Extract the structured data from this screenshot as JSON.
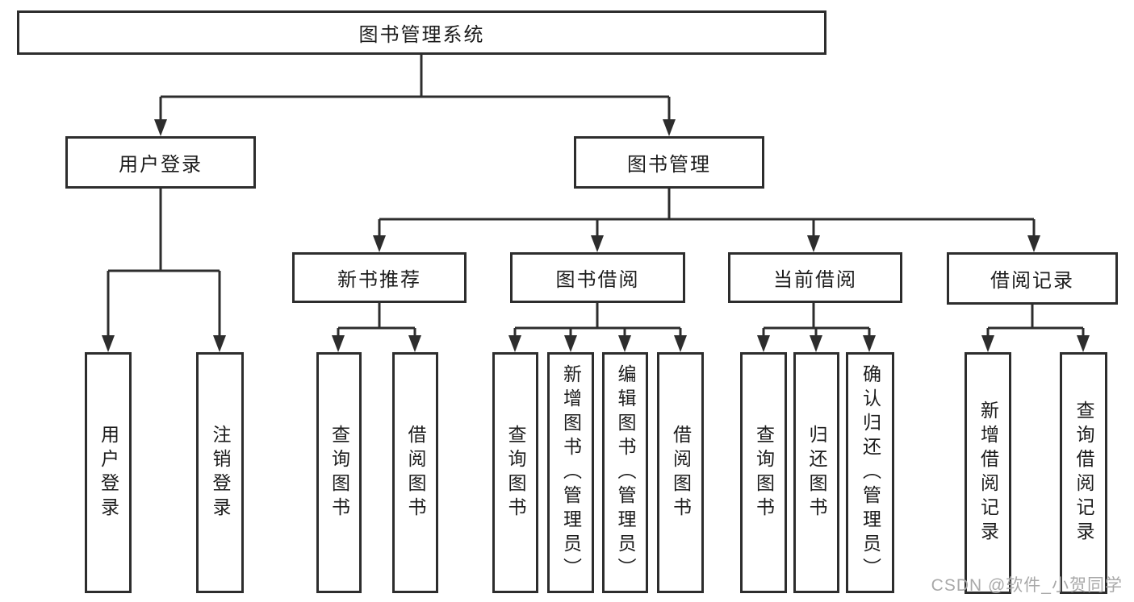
{
  "diagram": {
    "type": "hierarchy-diagram",
    "watermark": "CSDN @软件_小贺同学",
    "colors": {
      "line": "#2d2d2d",
      "box_border": "#2d2d2d",
      "box_fill": "#ffffff",
      "text": "#1c1c1c",
      "watermark": "#a9a9a9",
      "background": "#ffffff"
    },
    "tree": {
      "label": "图书管理系统",
      "children": [
        {
          "label": "用户登录",
          "children": [
            {
              "label": "用户登录"
            },
            {
              "label": "注销登录"
            }
          ]
        },
        {
          "label": "图书管理",
          "children": [
            {
              "label": "新书推荐",
              "children": [
                {
                  "label": "查询图书"
                },
                {
                  "label": "借阅图书"
                }
              ]
            },
            {
              "label": "图书借阅",
              "children": [
                {
                  "label": "查询图书"
                },
                {
                  "label": "新增图书（管理员）"
                },
                {
                  "label": "编辑图书（管理员）"
                },
                {
                  "label": "借阅图书"
                }
              ]
            },
            {
              "label": "当前借阅",
              "children": [
                {
                  "label": "查询图书"
                },
                {
                  "label": "归还图书"
                },
                {
                  "label": "确认归还（管理员）"
                }
              ]
            },
            {
              "label": "借阅记录",
              "children": [
                {
                  "label": "新增借阅记录"
                },
                {
                  "label": "查询借阅记录"
                }
              ]
            }
          ]
        }
      ]
    }
  }
}
